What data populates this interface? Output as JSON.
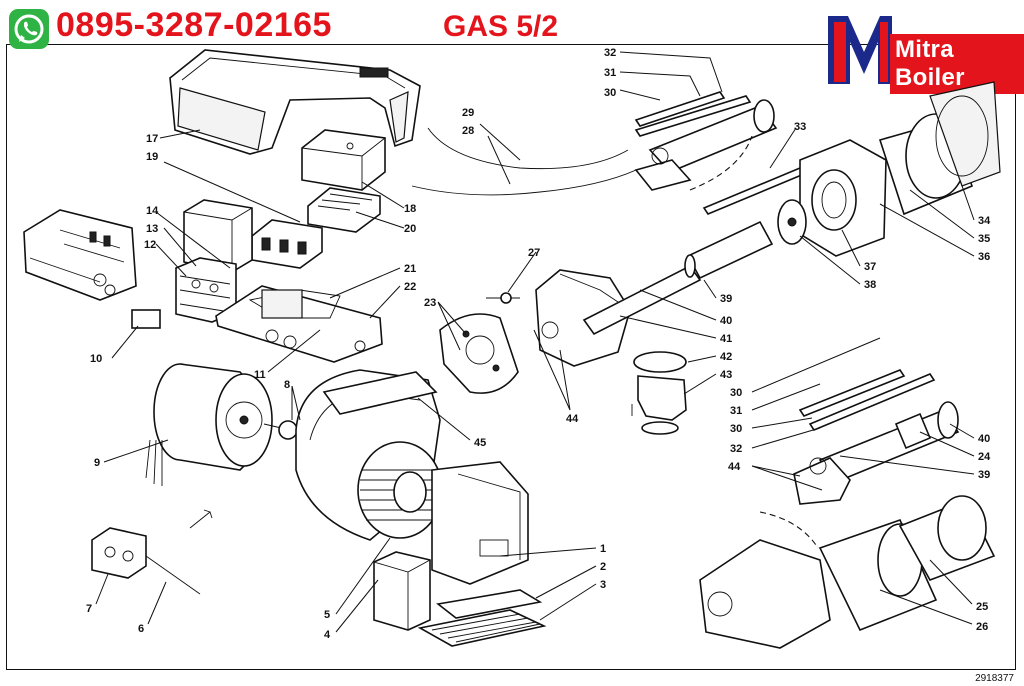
{
  "header": {
    "phone": "0895-3287-02165",
    "model": "GAS 5/2",
    "brand": "Mitra Boiler"
  },
  "footer": {
    "doc_number": "2918377"
  },
  "icons": {
    "whatsapp": "whatsapp-icon",
    "logo": "mitra-boiler-logo"
  },
  "colors": {
    "accent": "#e3141b",
    "logo_blue": "#1b2a8a"
  },
  "diagram": {
    "labels": [
      "1",
      "2",
      "3",
      "4",
      "5",
      "6",
      "7",
      "8",
      "9",
      "10",
      "11",
      "12",
      "13",
      "14",
      "17",
      "18",
      "19",
      "20",
      "21",
      "22",
      "23",
      "27",
      "28",
      "29",
      "30",
      "31",
      "32",
      "33",
      "34",
      "35",
      "36",
      "37",
      "38",
      "39",
      "40",
      "41",
      "42",
      "43",
      "44",
      "45",
      "30",
      "31",
      "30",
      "32",
      "40",
      "24",
      "39",
      "44",
      "25",
      "26"
    ]
  }
}
